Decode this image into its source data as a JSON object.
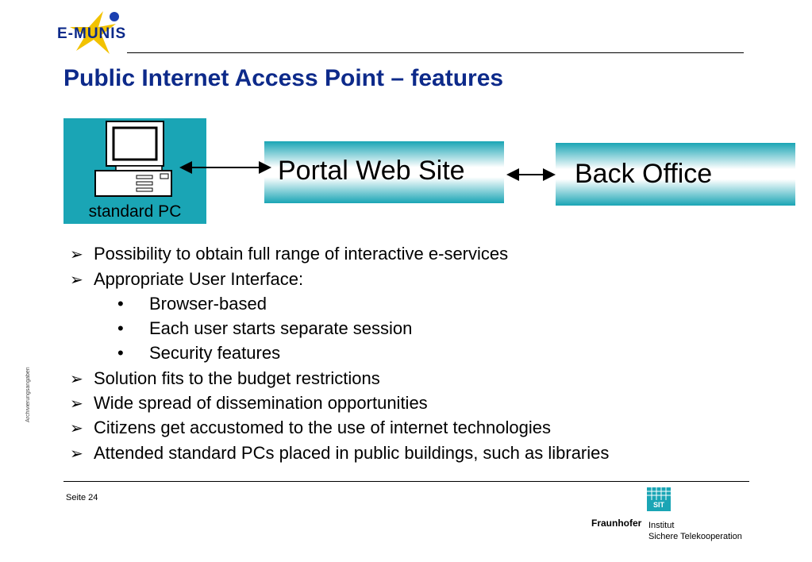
{
  "header": {
    "logo_text": "E-MUNIS",
    "title": "Public Internet Access Point – features"
  },
  "diagram": {
    "pc_label": "standard PC",
    "portal_label": "Portal Web Site",
    "backoffice_label": "Back Office"
  },
  "bullets": [
    "Possibility to obtain full range of interactive e-services",
    "Appropriate User Interface:",
    "Solution fits to the budget restrictions",
    "Wide spread of dissemination opportunities",
    "Citizens get accustomed to the use of internet technologies",
    "Attended standard PCs placed in public buildings, such as libraries"
  ],
  "sub_bullets": [
    "Browser-based",
    "Each user starts separate session",
    "Security features"
  ],
  "markers": {
    "arrow": "➢",
    "dot": "•"
  },
  "footer": {
    "side_text": "Archivierungsangaben",
    "page": "Seite 24",
    "sit_logo_text": "SIT",
    "org": "Fraunhofer",
    "institut_line1": "Institut",
    "institut_line2": "Sichere Telekooperation"
  },
  "colors": {
    "teal": "#1aa5b5",
    "title_blue": "#0d2a8a",
    "logo_yellow": "#f2c200"
  }
}
